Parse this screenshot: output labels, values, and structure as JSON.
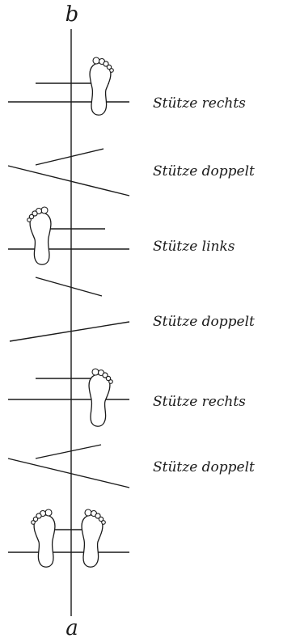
{
  "axis": {
    "top_label": "b",
    "bottom_label": "a"
  },
  "phases": [
    {
      "label": "Stütze rechts",
      "kind": "right"
    },
    {
      "label": "Stütze doppelt",
      "kind": "double"
    },
    {
      "label": "Stütze links",
      "kind": "left"
    },
    {
      "label": "Stütze doppelt",
      "kind": "double"
    },
    {
      "label": "Stütze rechts",
      "kind": "right"
    },
    {
      "label": "Stütze doppelt",
      "kind": "double"
    },
    {
      "label": "",
      "kind": "both"
    }
  ],
  "colors": {
    "ink": "#1a1a1a",
    "paper": "#ffffff"
  }
}
